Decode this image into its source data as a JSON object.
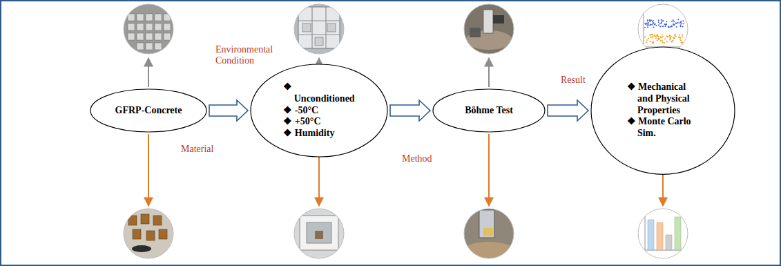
{
  "diagram": {
    "nodes": [
      {
        "text": [
          "GFRP-Concrete"
        ]
      },
      {
        "text": [
          "❖ Unconditioned",
          "❖ -50°C",
          "❖ +50°C",
          "❖ Humidity"
        ]
      },
      {
        "text": [
          "Böhme Test"
        ]
      },
      {
        "text": [
          "❖ Mechanical and Physical Properties",
          "❖ Monte Carlo Sim."
        ]
      }
    ],
    "edges": [
      {
        "from": 0,
        "to": 1,
        "arrow": "to"
      },
      {
        "from": 1,
        "to": 2,
        "arrow": "to"
      },
      {
        "from": 2,
        "to": 3,
        "arrow": "to"
      }
    ],
    "labels": [
      "Environmental Condition",
      "Material",
      "Method",
      "Result"
    ]
  }
}
